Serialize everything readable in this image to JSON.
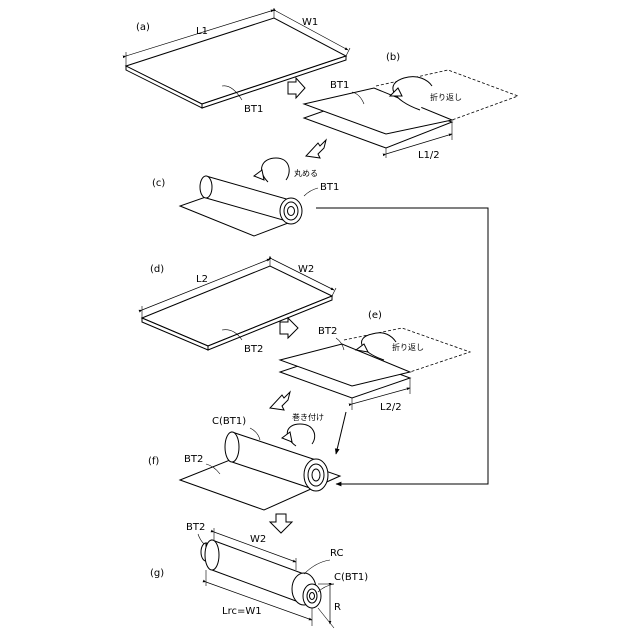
{
  "steps": {
    "a": {
      "tag": "(a)",
      "sheet": "BT1",
      "length": "L1",
      "width": "W1"
    },
    "b": {
      "tag": "(b)",
      "sheet": "BT1",
      "action": "折り返し",
      "half_length": "L1/2"
    },
    "c": {
      "tag": "(c)",
      "sheet": "BT1",
      "action": "丸める"
    },
    "d": {
      "tag": "(d)",
      "sheet": "BT2",
      "length": "L2",
      "width": "W2"
    },
    "e": {
      "tag": "(e)",
      "sheet": "BT2",
      "action": "折り返し",
      "half_length": "L2/2"
    },
    "f": {
      "tag": "(f)",
      "sheet": "BT2",
      "core": "C(BT1)",
      "action": "巻き付け"
    },
    "g": {
      "tag": "(g)",
      "sheet": "BT2",
      "width": "W2",
      "roll": "RC",
      "core": "C(BT1)",
      "length": "Lrc=W1",
      "radius": "R"
    }
  }
}
